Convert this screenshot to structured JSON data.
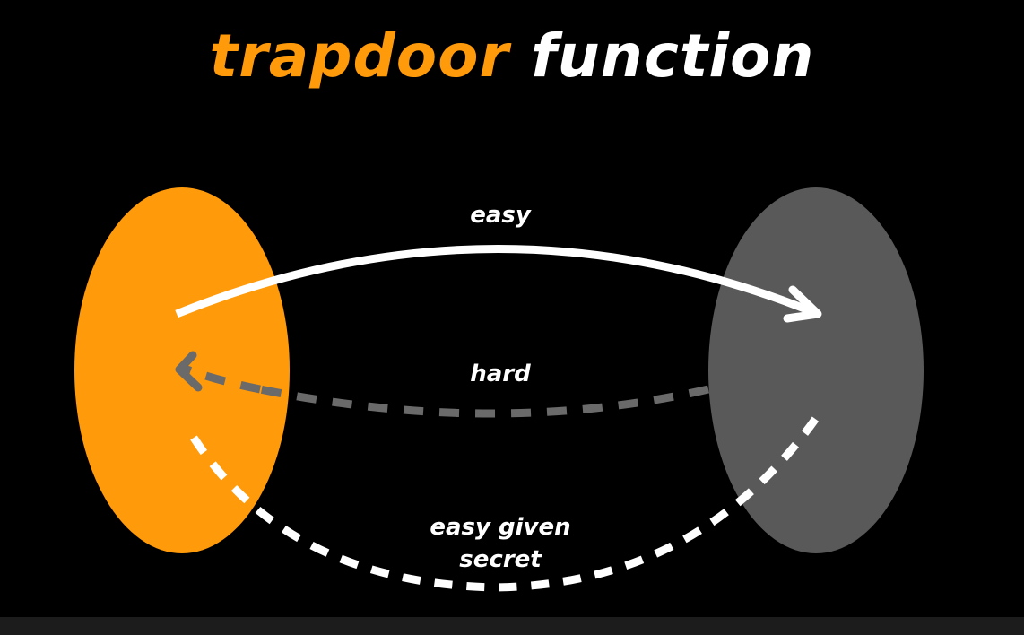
{
  "title": {
    "word1": "trapdoor",
    "word2": "function"
  },
  "labels": {
    "easy": "easy",
    "hard": "hard",
    "easy_given_line1": "easy given",
    "easy_given_line2": "secret"
  },
  "colors": {
    "background": "#000000",
    "accent_orange": "#ff9a0a",
    "ellipse_gray": "#595959",
    "arrow_white": "#ffffff",
    "arrow_gray": "#6a6a6a"
  }
}
